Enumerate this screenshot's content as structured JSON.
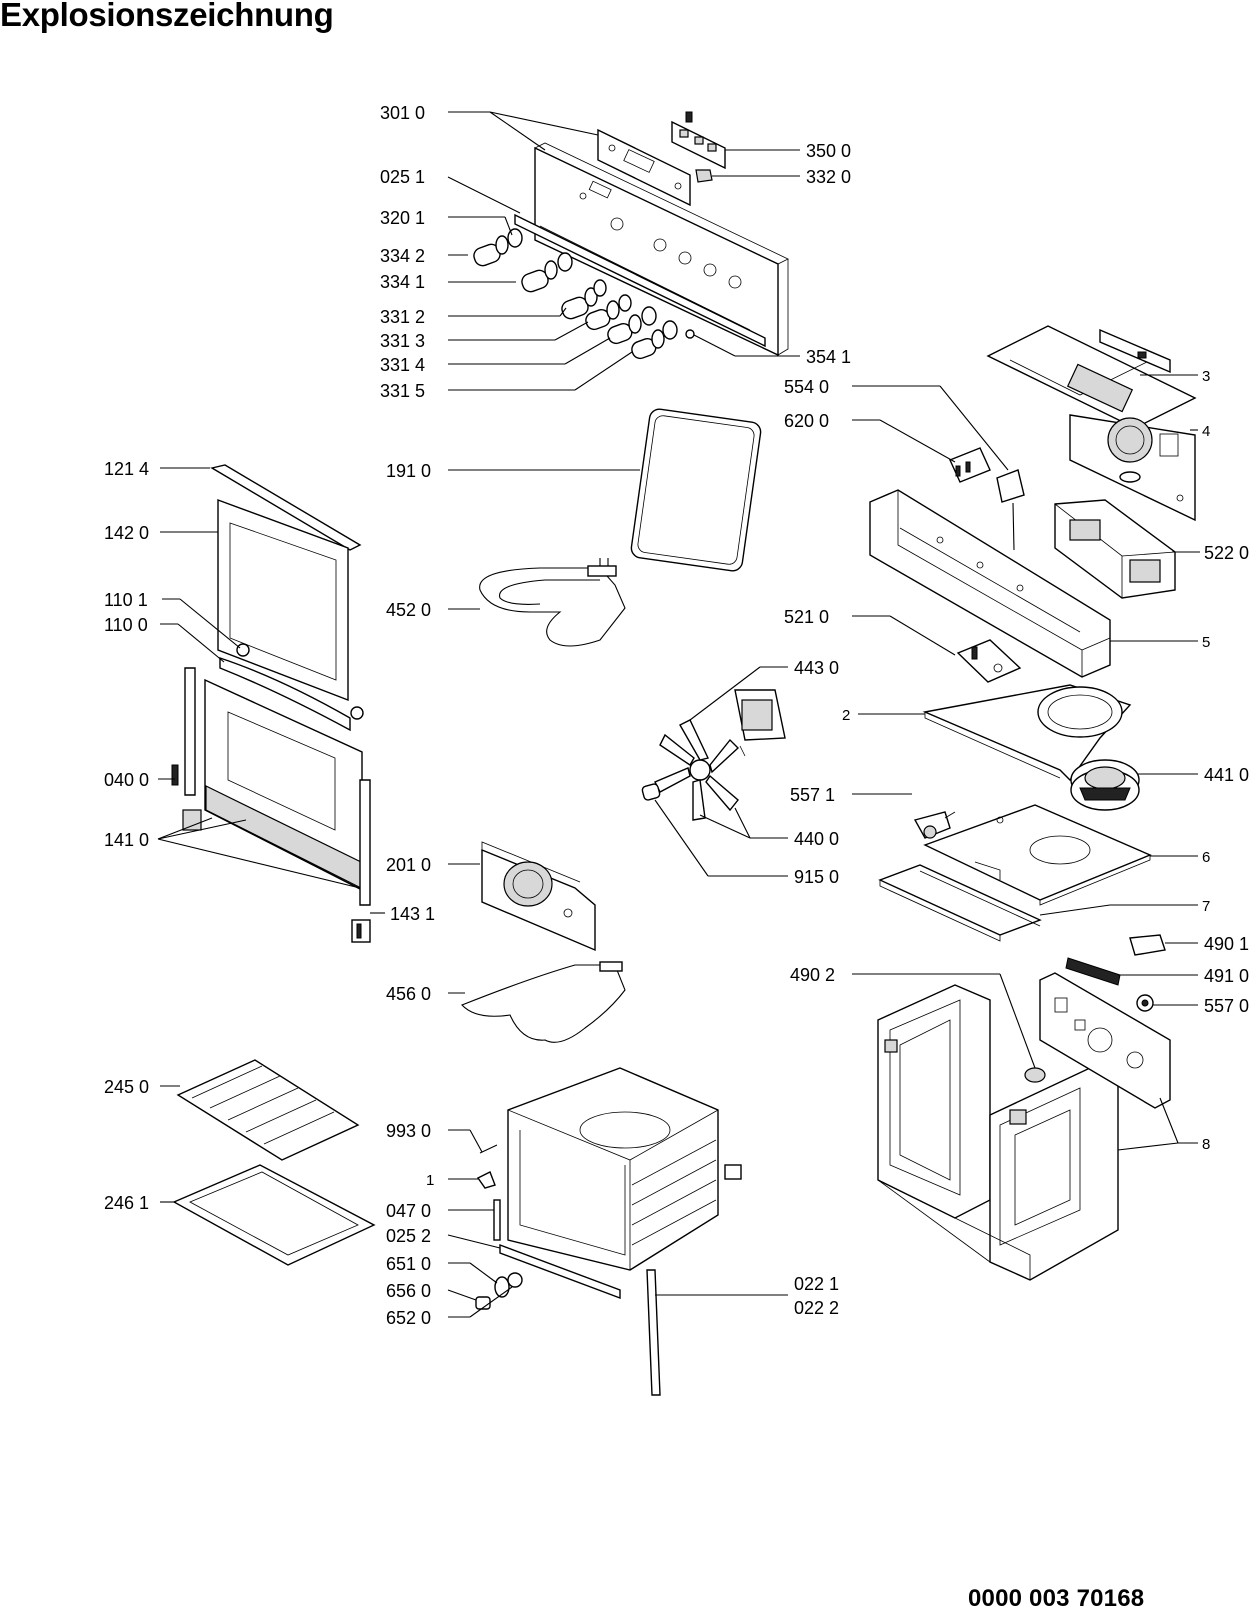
{
  "title": "Explosionszeichnung",
  "document_number": "0000 003 70168",
  "part_labels": {
    "p3010": "301 0",
    "p0251": "025 1",
    "p3201": "320 1",
    "p3342": "334 2",
    "p3341": "334 1",
    "p3312": "331 2",
    "p3313": "331 3",
    "p3314": "331 4",
    "p3315": "331 5",
    "p3500": "350 0",
    "p3320": "332 0",
    "p3541": "354 1",
    "p5540": "554 0",
    "p6200": "620 0",
    "p3": "3",
    "p4": "4",
    "p5220": "522 0",
    "p1214": "121 4",
    "p1420": "142 0",
    "p1101": "110 1",
    "p1100": "110 0",
    "p0400": "040 0",
    "p1410": "141 0",
    "p1431": "143 1",
    "p1910": "191 0",
    "p4520": "452 0",
    "p5210": "521 0",
    "p5": "5",
    "p4430": "443 0",
    "p2": "2",
    "p4410": "441 0",
    "p5571": "557 1",
    "p4400": "440 0",
    "p6": "6",
    "p9150": "915 0",
    "p7": "7",
    "p2010": "201 0",
    "p4560": "456 0",
    "p4901": "490 1",
    "p4902": "490 2",
    "p4910": "491 0",
    "p5570": "557 0",
    "p8": "8",
    "p2450": "245 0",
    "p2461": "246 1",
    "p9930": "993 0",
    "p1": "1",
    "p0470": "047 0",
    "p0252": "025 2",
    "p6510": "651 0",
    "p6560": "656 0",
    "p6520": "652 0",
    "p0221": "022 1",
    "p0222": "022 2"
  }
}
